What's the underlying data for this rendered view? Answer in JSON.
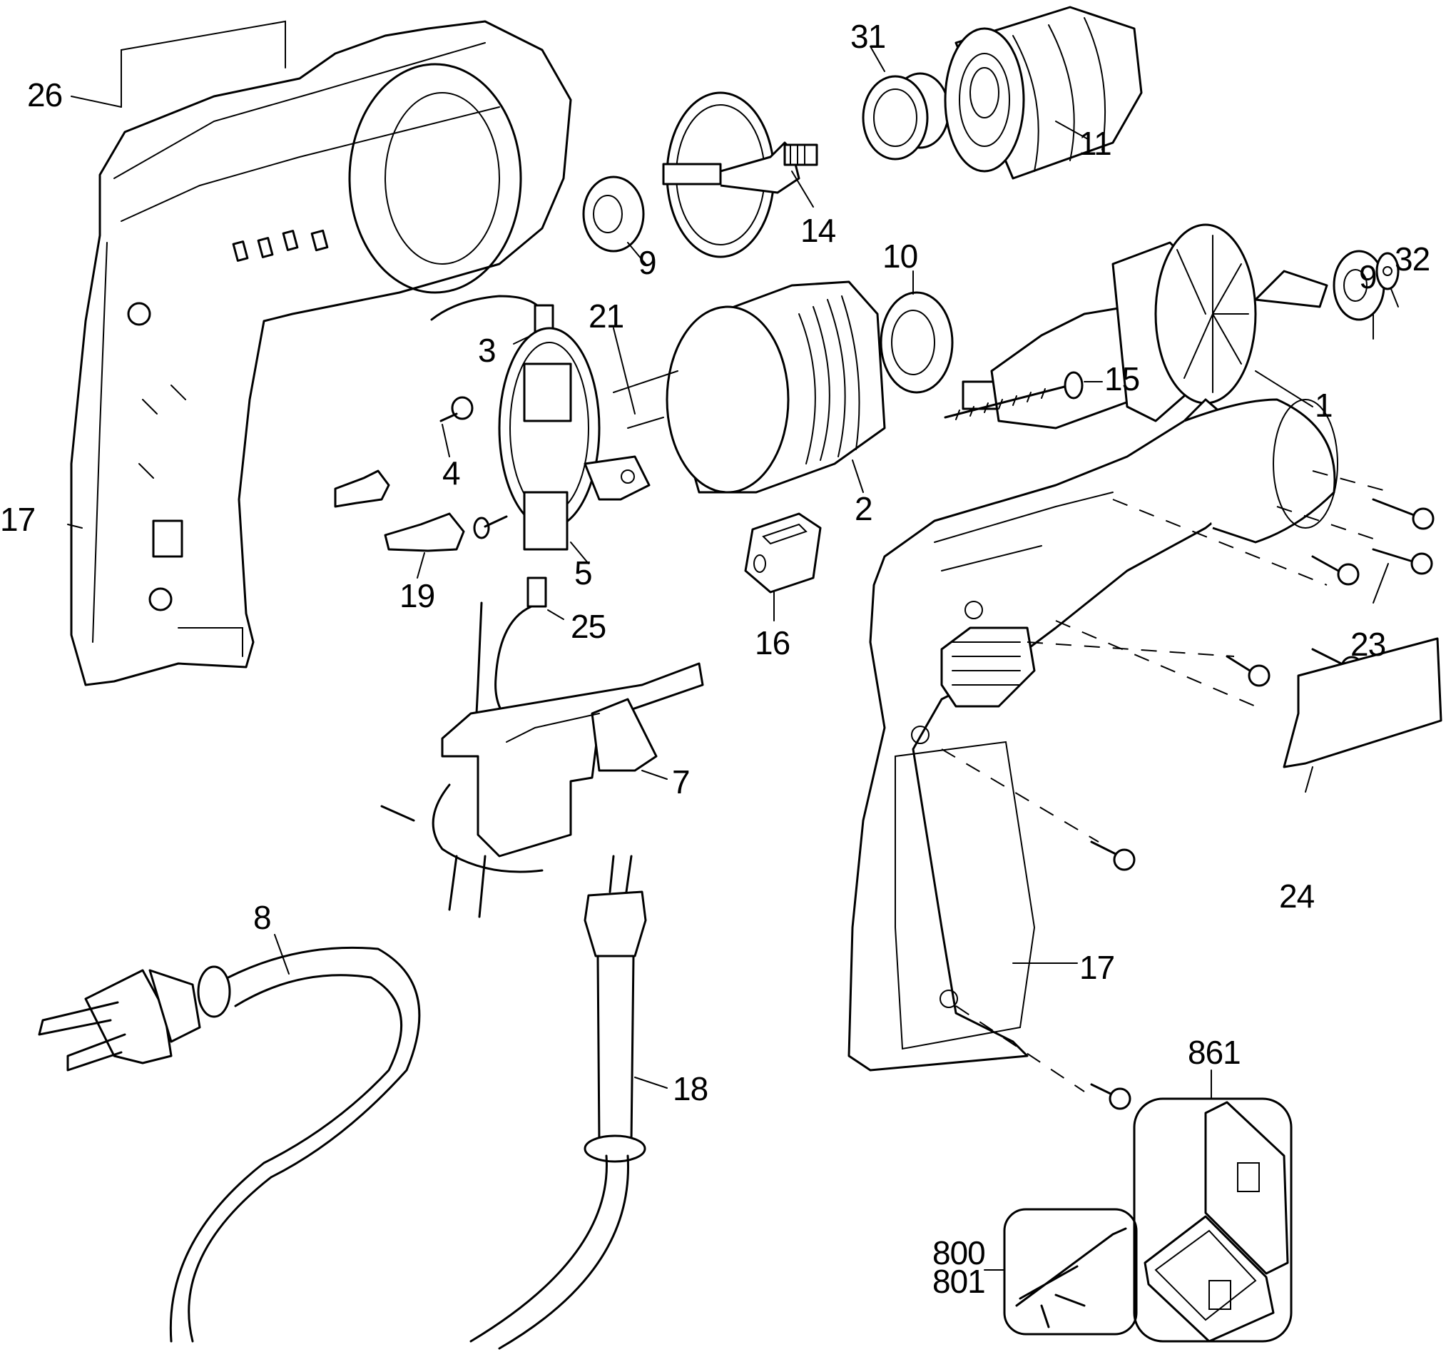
{
  "diagram": {
    "type": "exploded-parts-diagram",
    "subject": "corded drill",
    "parts": [
      {
        "id": "26",
        "name": "nameplate-label"
      },
      {
        "id": "31",
        "name": "spacer"
      },
      {
        "id": "11",
        "name": "chuck"
      },
      {
        "id": "14",
        "name": "spindle-gear"
      },
      {
        "id": "9",
        "name": "ball-bearing-front"
      },
      {
        "id": "9b",
        "label": "9",
        "name": "ball-bearing-rear"
      },
      {
        "id": "32",
        "name": "bearing-washer"
      },
      {
        "id": "10",
        "name": "commutator-bearing-retainer"
      },
      {
        "id": "1",
        "name": "armature"
      },
      {
        "id": "3",
        "name": "brush-lead-top"
      },
      {
        "id": "21",
        "name": "field-lead"
      },
      {
        "id": "15",
        "name": "field-screw"
      },
      {
        "id": "4",
        "name": "brush-spring"
      },
      {
        "id": "2",
        "name": "field"
      },
      {
        "id": "17",
        "name": "housing-left"
      },
      {
        "id": "17b",
        "label": "17",
        "name": "housing-right"
      },
      {
        "id": "5",
        "name": "brush-holder"
      },
      {
        "id": "19",
        "name": "brush-holder-clip"
      },
      {
        "id": "16",
        "name": "cord-clamp"
      },
      {
        "id": "25",
        "name": "brush-lead-bottom"
      },
      {
        "id": "23",
        "name": "housing-screws"
      },
      {
        "id": "7",
        "name": "switch"
      },
      {
        "id": "24",
        "name": "side-label"
      },
      {
        "id": "8",
        "name": "power-cord"
      },
      {
        "id": "18",
        "name": "cord-protector"
      },
      {
        "id": "861",
        "name": "carrying-case"
      },
      {
        "id": "800",
        "name": "accessory-800"
      },
      {
        "id": "801",
        "name": "accessory-801"
      }
    ]
  },
  "labels": {
    "p26": "26",
    "p31": "31",
    "p11": "11",
    "p14": "14",
    "p9a": "9",
    "p9b": "9",
    "p32": "32",
    "p10": "10",
    "p1": "1",
    "p3": "3",
    "p21": "21",
    "p15": "15",
    "p4": "4",
    "p2": "2",
    "p17a": "17",
    "p17b": "17",
    "p5": "5",
    "p19": "19",
    "p16": "16",
    "p25": "25",
    "p23": "23",
    "p7": "7",
    "p24": "24",
    "p8": "8",
    "p18": "18",
    "p861": "861",
    "p800": "800",
    "p801": "801"
  }
}
